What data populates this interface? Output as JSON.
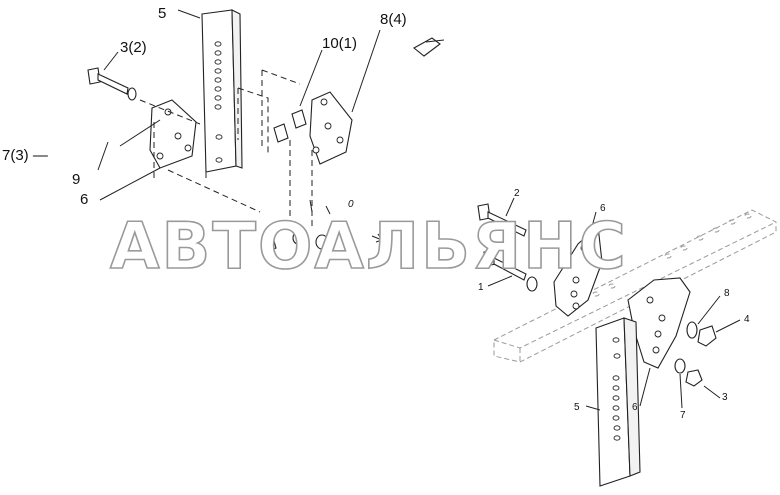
{
  "labels": {
    "l5_top": "5",
    "l3_2": "3(2)",
    "l10_1": "10(1)",
    "l8_4": "8(4)",
    "l7_3": "7(3) —",
    "l9": "9",
    "l6_left": "6",
    "r2": "2",
    "r6_top": "6",
    "r1": "1",
    "r8": "8",
    "r4": "4",
    "r3": "3",
    "r5": "5",
    "r6_bottom": "6",
    "r7": "7",
    "small_6": "6",
    "small_0": "0"
  },
  "watermark": "АВТОАЛЬЯНС"
}
